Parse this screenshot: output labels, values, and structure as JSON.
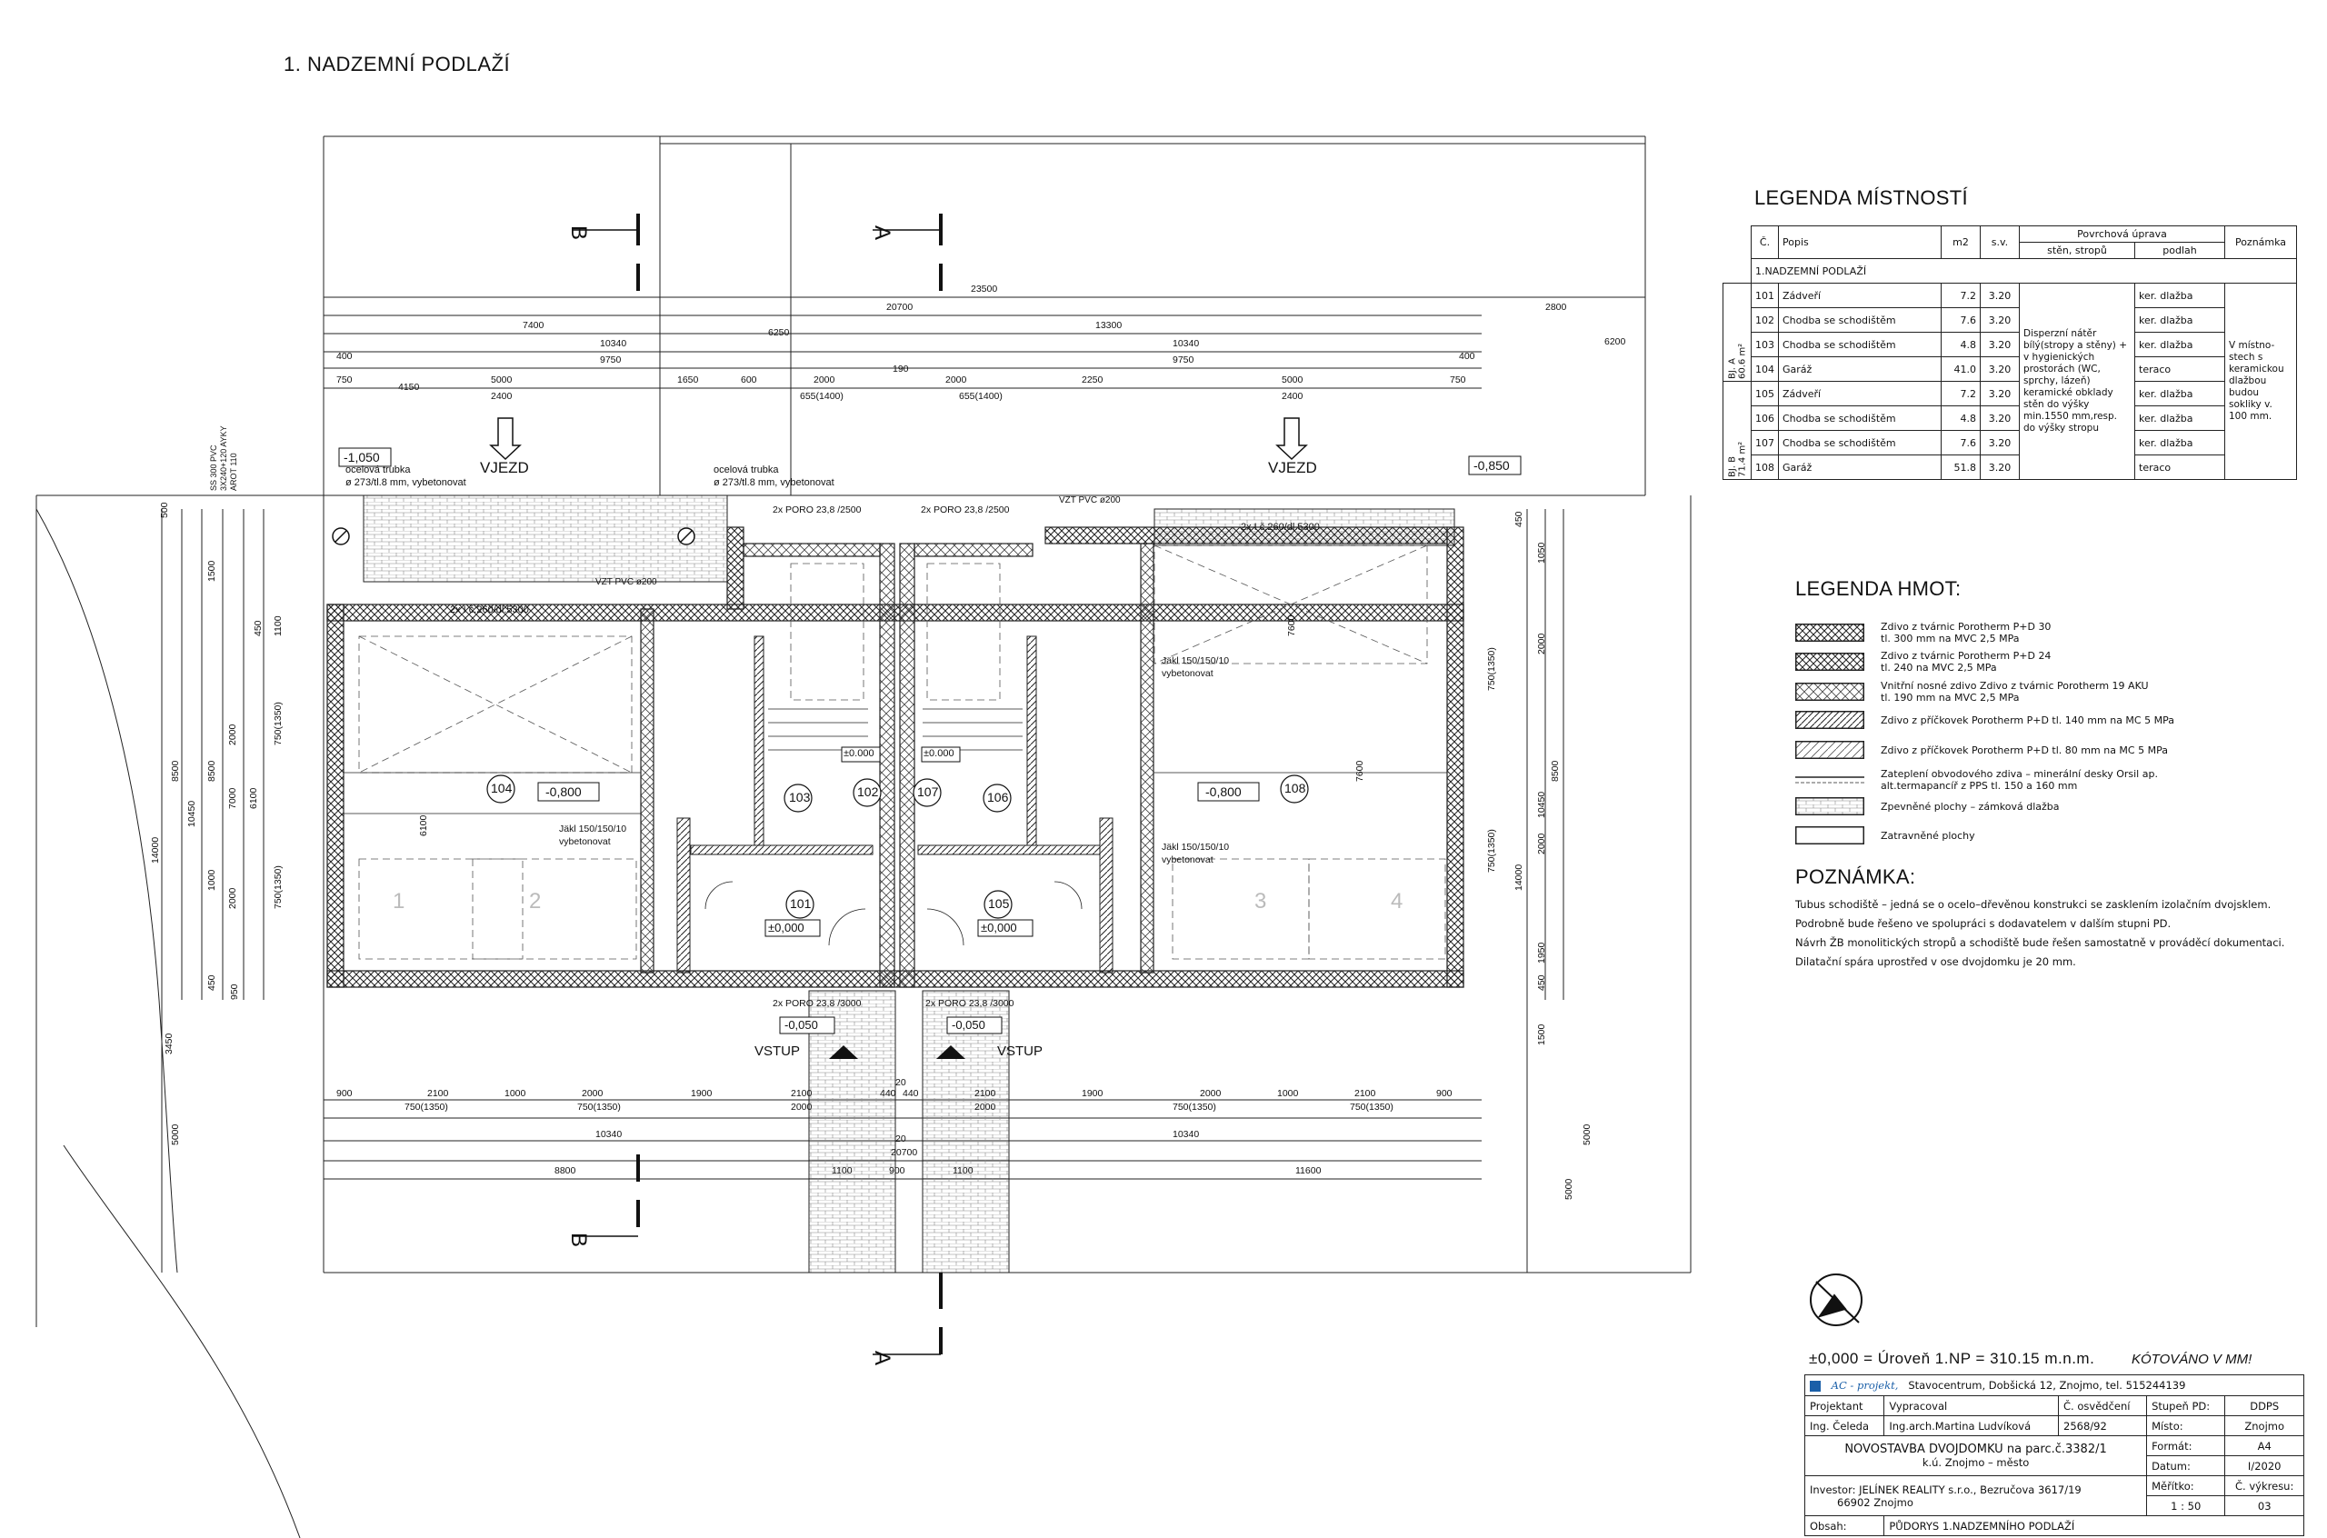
{
  "sheet_title": "1. NADZEMNÍ  PODLAŽÍ",
  "plan": {
    "section_markers": [
      "B",
      "A",
      "B",
      "A"
    ],
    "entrance_labels": [
      "VJEZD",
      "VJEZD",
      "VSTUP",
      "VSTUP"
    ],
    "levels": [
      "-1,050",
      "-0,850",
      "-0,800",
      "-0,800",
      "±0,000",
      "±0,000",
      "-0,050",
      "-0,050",
      "±0.000",
      "±0.000"
    ],
    "room_numbers": [
      "104",
      "103",
      "102",
      "107",
      "106",
      "108",
      "101",
      "105"
    ],
    "parking_numbers": [
      "1",
      "2",
      "3",
      "4"
    ],
    "notes": [
      "ocelová trubka\nø 273/tl.8 mm, vybetonovat",
      "ocelová trubka\nø 273/tl.8 mm, vybetonovat",
      "VZT PVC ø200",
      "VZT PVC ø200",
      "2x I č.260/dl.5300",
      "2x I č.260/dl.5300",
      "Jäkl 150/150/10\nvybetonovat",
      "Jäkl 150/150/10\nvybetonovat",
      "Jäkl 150/150/10\nvybetonovat",
      "2x PORO 23,8 /2500",
      "2x PORO 23,8 /2500",
      "2x PORO 23,8 /3000",
      "2x PORO 23,8 /3000",
      "SS 300 PVC\n3X240+120 AYKY\nAROT 110"
    ],
    "dimensions_top": [
      "23500",
      "20700",
      "2800",
      "7400",
      "13300",
      "10340",
      "10340",
      "400",
      "9750",
      "9750",
      "400",
      "750",
      "5000",
      "1650",
      "600",
      "2000",
      "190",
      "2000",
      "2250",
      "5000",
      "750",
      "2400",
      "655(1400)",
      "655(1400)",
      "2400",
      "6250",
      "6200",
      "4150"
    ],
    "dimensions_bottom": [
      "900",
      "2100",
      "1000",
      "2000",
      "1900",
      "2100",
      "440",
      "440",
      "2100",
      "1900",
      "2000",
      "1000",
      "2100",
      "900",
      "750(1350)",
      "750(1350)",
      "750(1350)",
      "750(1350)",
      "2000",
      "2000",
      "10340",
      "10340",
      "20700",
      "8800",
      "11600",
      "1100",
      "900",
      "1100",
      "20",
      "20"
    ],
    "dimensions_left": [
      "14000",
      "10450",
      "8500",
      "8500",
      "7000",
      "6100",
      "6100",
      "1500",
      "2000",
      "750(1350)",
      "2000",
      "750(1350)",
      "450",
      "950",
      "450",
      "500",
      "1100",
      "1000",
      "5000",
      "3450"
    ],
    "dimensions_right": [
      "14000",
      "10450",
      "8500",
      "7600",
      "7600",
      "2000",
      "750(1350)",
      "2000",
      "750(1350)",
      "1950",
      "1500",
      "5000",
      "5000",
      "450",
      "450",
      "1050"
    ]
  },
  "room_legend": {
    "title": "LEGENDA MÍSTNOSTÍ",
    "headers": {
      "num": "Č.",
      "desc": "Popis",
      "area": "m2",
      "height": "s.v.",
      "surface": "Povrchová úprava",
      "walls": "stěn, stropů",
      "floor": "podlah",
      "note": "Poznámka"
    },
    "floor_label": "1.NADZEMNÍ PODLAŽÍ",
    "unit_a": "BJ. A\n60.6 m²",
    "unit_b": "BJ. B\n71.4 m²",
    "walls_text": "Disperzní nátěr bílý(stropy a stěny) + v hygienických prostorách (WC, sprchy, lázeň) keramické obklady stěn do výšky min.1550 mm,resp. do výšky stropu",
    "note_text": "V místno- stech s keramickou dlažbou budou sokliky v. 100 mm.",
    "rooms": [
      {
        "num": "101",
        "desc": "Zádveří",
        "area": "7.2",
        "height": "3.20",
        "floor": "ker. dlažba"
      },
      {
        "num": "102",
        "desc": "Chodba se schodištěm",
        "area": "7.6",
        "height": "3.20",
        "floor": "ker. dlažba"
      },
      {
        "num": "103",
        "desc": "Chodba se schodištěm",
        "area": "4.8",
        "height": "3.20",
        "floor": "ker. dlažba"
      },
      {
        "num": "104",
        "desc": "Garáž",
        "area": "41.0",
        "height": "3.20",
        "floor": "teraco"
      },
      {
        "num": "105",
        "desc": "Zádveří",
        "area": "7.2",
        "height": "3.20",
        "floor": "ker. dlažba"
      },
      {
        "num": "106",
        "desc": "Chodba se schodištěm",
        "area": "4.8",
        "height": "3.20",
        "floor": "ker. dlažba"
      },
      {
        "num": "107",
        "desc": "Chodba se schodištěm",
        "area": "7.6",
        "height": "3.20",
        "floor": "ker. dlažba"
      },
      {
        "num": "108",
        "desc": "Garáž",
        "area": "51.8",
        "height": "3.20",
        "floor": "teraco"
      }
    ]
  },
  "material_legend": {
    "title": "LEGENDA HMOT:",
    "items": [
      {
        "text": "Zdivo z tvárnic Porotherm P+D 30\ntl. 300 mm na MVC 2,5 MPa",
        "pattern": "cross-dense"
      },
      {
        "text": "Zdivo z tvárnic Porotherm P+D 24\ntl. 240 na MVC 2,5 MPa",
        "pattern": "cross"
      },
      {
        "text": "Vnitřní nosné zdivo Zdivo z tvárnic Porotherm 19 AKU\ntl. 190 mm na MVC 2,5 MPa",
        "pattern": "cross-light"
      },
      {
        "text": "Zdivo z příčkovek Porotherm P+D tl. 140 mm na MC 5 MPa",
        "pattern": "hatch"
      },
      {
        "text": "Zdivo z příčkovek Porotherm P+D tl. 80 mm na MC 5 MPa",
        "pattern": "hatch-light"
      },
      {
        "text": "Zateplení obvodového zdiva – minerální desky Orsil ap.\nalt.termapancíř z PPS tl. 150 a 160 mm",
        "pattern": "line"
      },
      {
        "text": "Zpevněné plochy – zámková dlažba",
        "pattern": "pavers"
      },
      {
        "text": "Zatravněné plochy",
        "pattern": "empty"
      }
    ]
  },
  "remark": {
    "title": "POZNÁMKA:",
    "lines": [
      "Tubus schodiště – jedná se o ocelo–dřevěnou konstrukci se zasklením izolačním dvojsklem.",
      "Podrobně bude řešeno ve spolupráci s dodavatelem v dalším stupni PD.",
      "Návrh ŽB monolitických stropů a schodiště bude řešen samostatně v prováděcí dokumentaci.",
      "Dilatační spára uprostřed v ose dvojdomku je 20 mm."
    ]
  },
  "level_note": "±0,000 = Úroveň 1.NP = 310.15 m.n.m.",
  "dim_note": "KÓTOVÁNO V MM!",
  "title_block": {
    "firm": "AC - projekt,",
    "firm_address": "Stavocentrum,   Dobšická 12,  Znojmo,  tel. 515244139",
    "projektant_label": "Projektant",
    "projektant": "Ing. Čeleda",
    "vypracoval_label": "Vypracoval",
    "vypracoval": "Ing.arch.Martina Ludvíková",
    "osvedceni_label": "Č. osvědčení",
    "osvedceni": "2568/92",
    "stupen_label": "Stupeň PD:",
    "stupen": "DDPS",
    "misto_label": "Místo:",
    "misto": "Znojmo",
    "format_label": "Formát:",
    "format": "A4",
    "datum_label": "Datum:",
    "datum": "I/2020",
    "meritko_label": "Měřítko:",
    "meritko": "1 : 50",
    "cislo_label": "Č. výkresu:",
    "cislo": "03",
    "project": "NOVOSTAVBA DVOJDOMKU na parc.č.3382/1",
    "project_sub": "k.ú. Znojmo – město",
    "investor": "Investor:  JELÍNEK REALITY s.r.o., Bezručova 3617/19",
    "investor_city": "66902 Znojmo",
    "obsah_label": "Obsah:",
    "obsah": "PŮDORYS 1.NADZEMNÍHO PODLAŽÍ"
  }
}
